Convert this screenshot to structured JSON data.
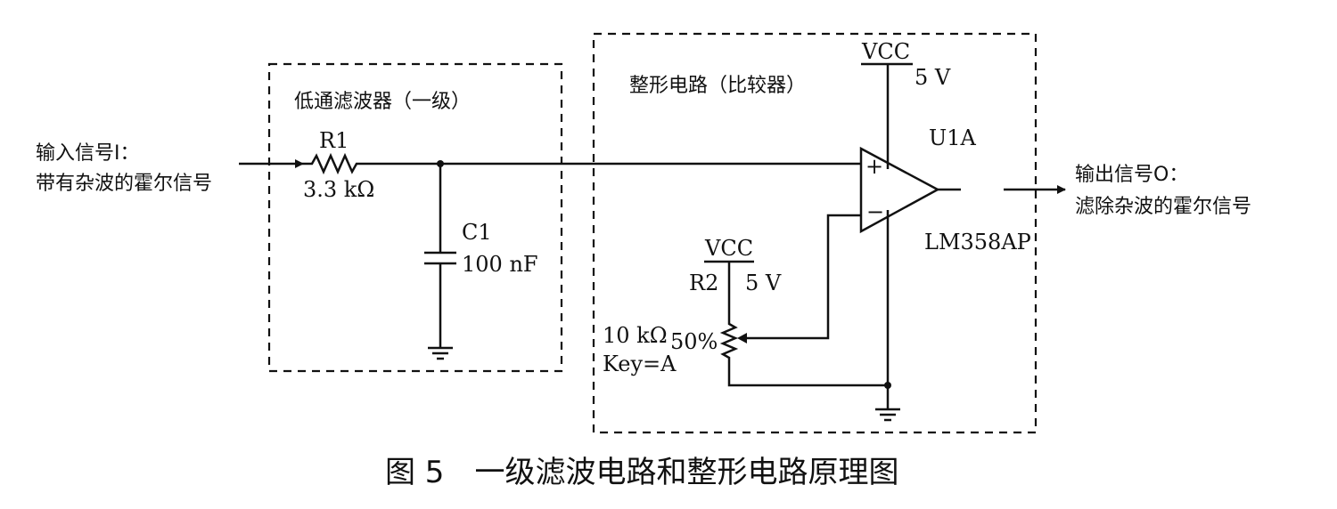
{
  "caption": "图 5　一级滤波电路和整形电路原理图",
  "input": {
    "line1": "输入信号I：",
    "line2": "带有杂波的霍尔信号"
  },
  "output": {
    "line1": "输出信号O：",
    "line2": "滤除杂波的霍尔信号"
  },
  "filter_box": {
    "title": "低通滤波器（一级）"
  },
  "shaper_box": {
    "title": "整形电路（比较器）"
  },
  "r1": {
    "name": "R1",
    "value": "3.3 kΩ"
  },
  "c1": {
    "name": "C1",
    "value": "100 nF"
  },
  "r2": {
    "name": "R2",
    "value": "10 kΩ",
    "wiper": "50%",
    "key": "Key=A"
  },
  "vcc_top": {
    "label": "VCC",
    "voltage": "5 V"
  },
  "vcc_pot": {
    "label": "VCC",
    "voltage": "5 V"
  },
  "opamp": {
    "ref": "U1A",
    "part": "LM358AP",
    "plus": "+",
    "minus": "−"
  }
}
